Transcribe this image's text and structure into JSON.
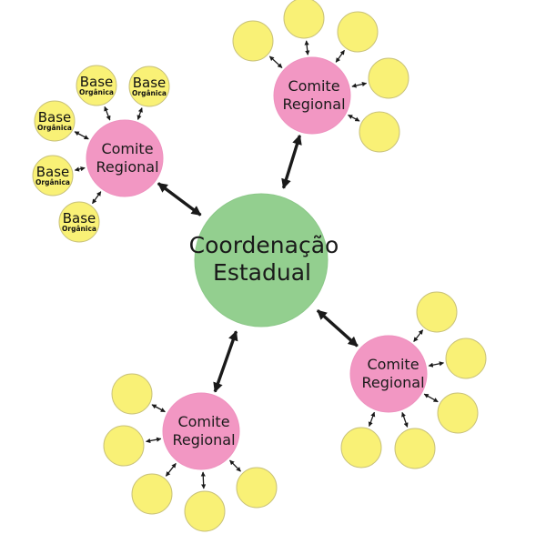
{
  "center": {
    "line1": "Coordenação",
    "line2": "Estadual"
  },
  "committees": [
    {
      "line1": "Comite",
      "line2": "Regional"
    },
    {
      "line1": "Comite",
      "line2": "Regional"
    },
    {
      "line1": "Comite",
      "line2": "Regional"
    },
    {
      "line1": "Comite",
      "line2": "Regional"
    }
  ],
  "base": {
    "title": "Base",
    "subtitle": "Orgânica"
  },
  "colors": {
    "center_fill": "#93cf8f",
    "center_stroke": "#8cc889",
    "committee_fill": "#f297c3",
    "committee_stroke": "#ee92bf",
    "base_fill": "#f9f176",
    "base_stroke": "#c9c27a",
    "arrow": "#1a1a1a"
  }
}
